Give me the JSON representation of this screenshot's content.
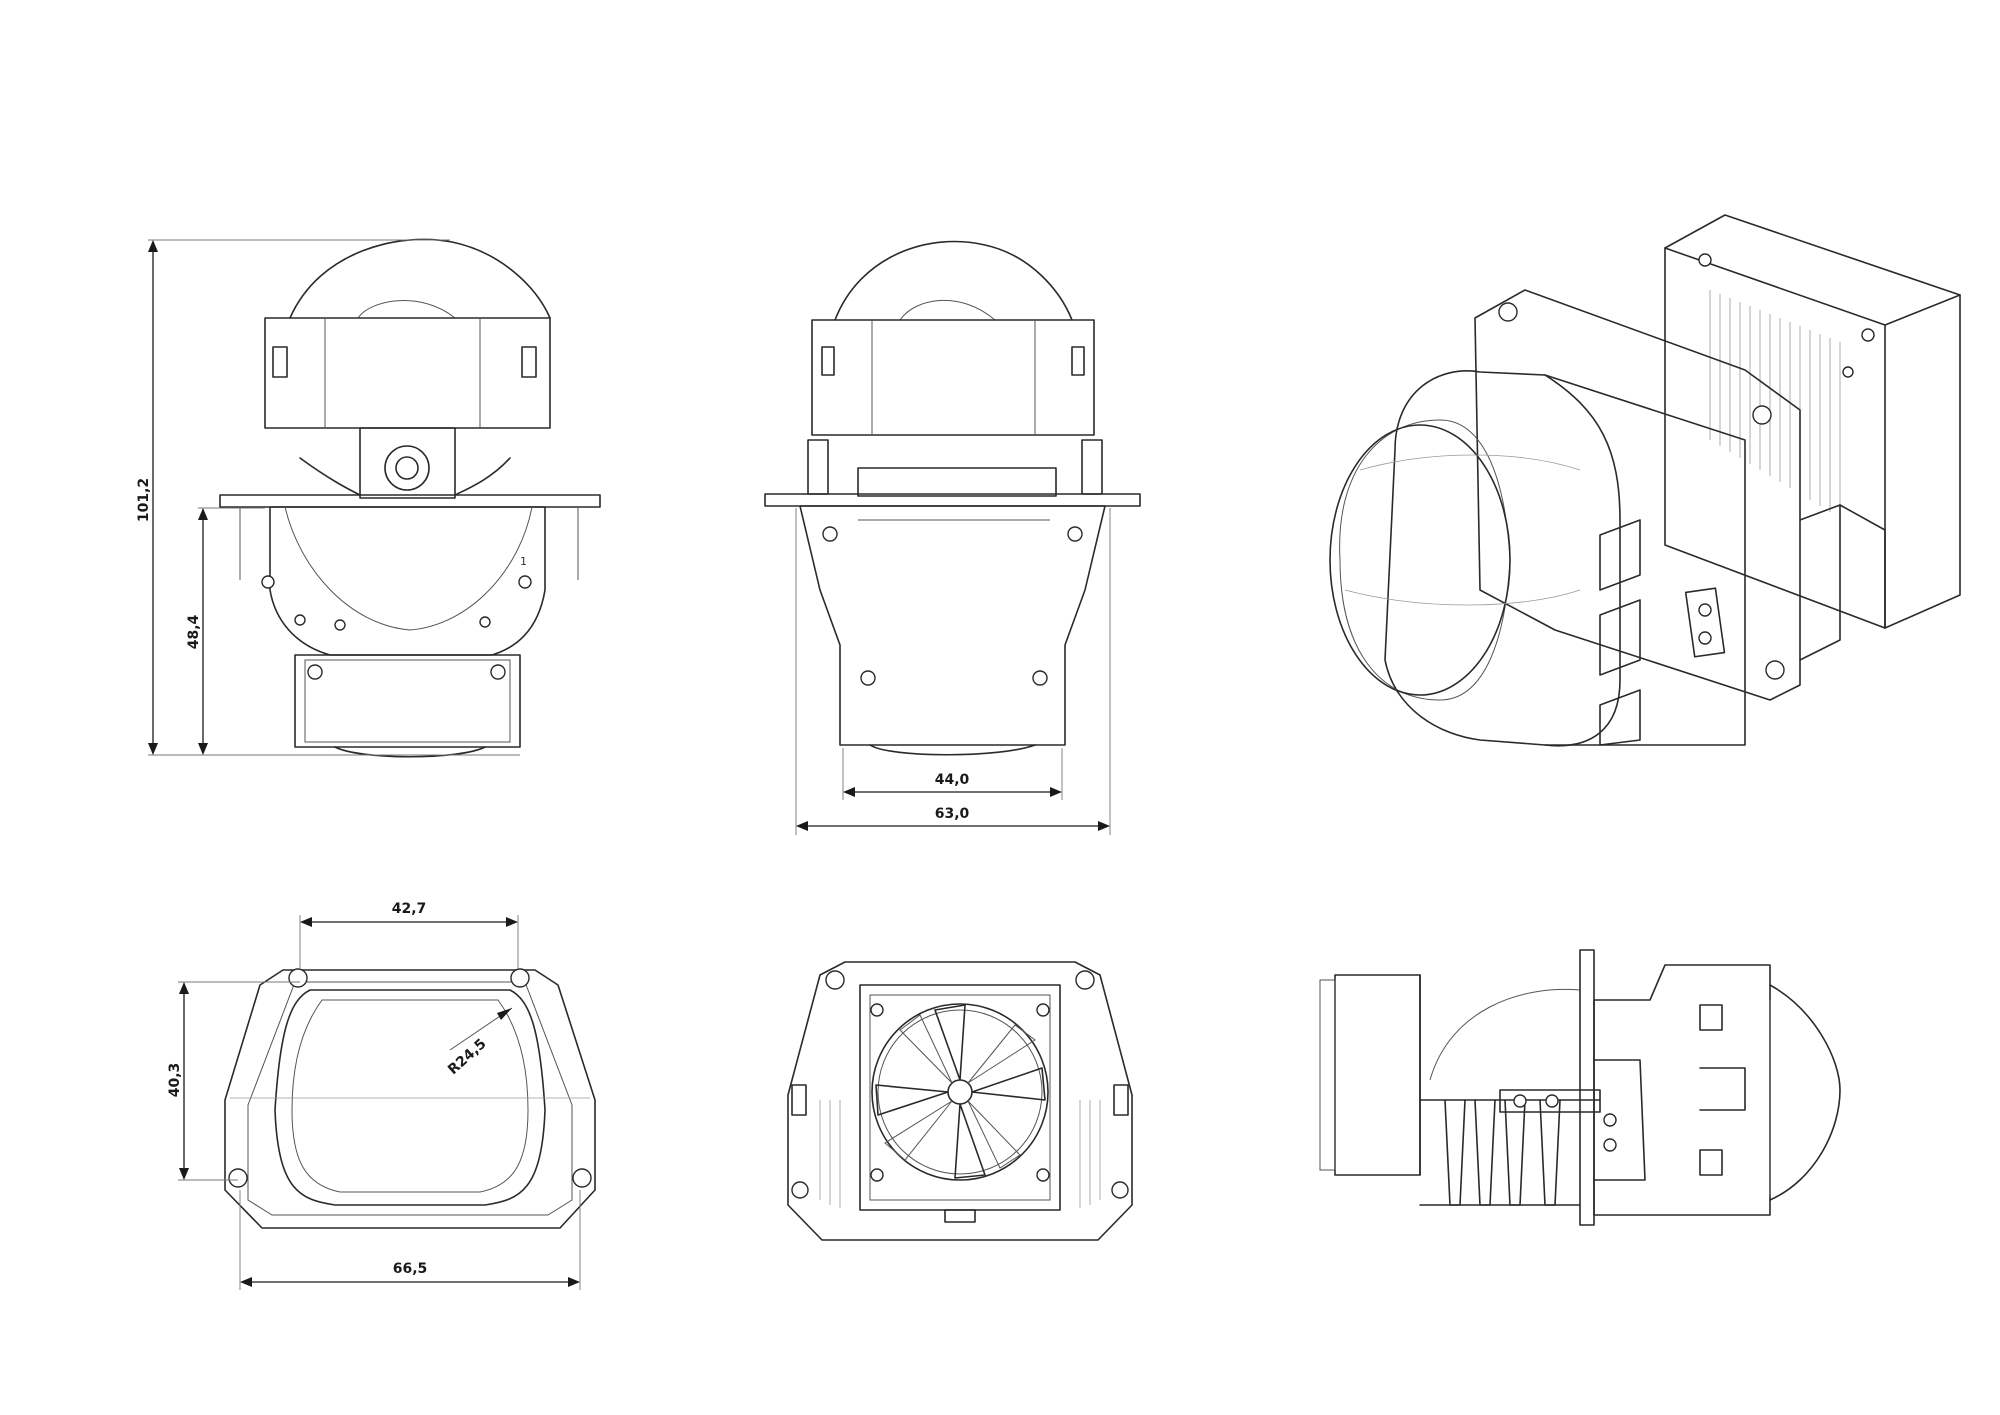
{
  "dimensions": {
    "overall_height": "101,2",
    "mount_height": "48,4",
    "body_width": "44,0",
    "flange_width": "63,0",
    "lens_width": "42,7",
    "lens_height": "40,3",
    "lens_radius": "R24,5",
    "frame_width": "66,5"
  },
  "labels": {
    "part_mark": "1"
  }
}
